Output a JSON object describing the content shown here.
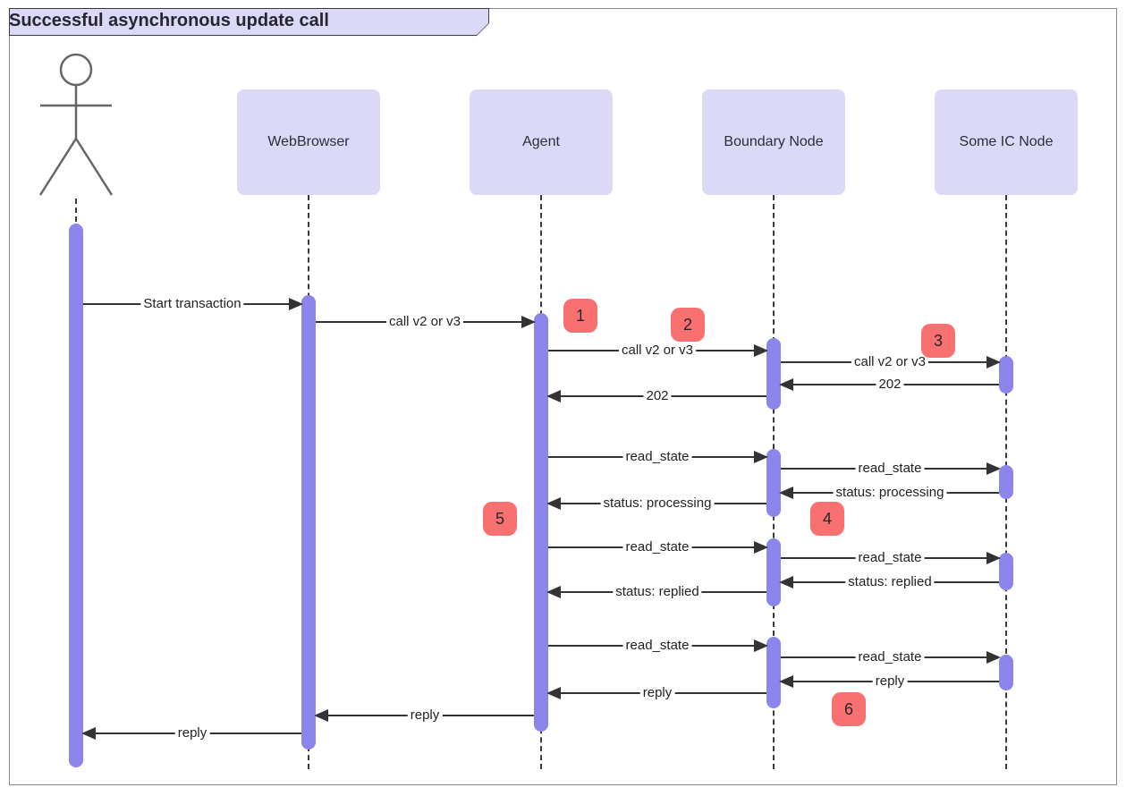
{
  "title": "Successful asynchronous update call",
  "actor": {
    "label": "User (stick figure actor)"
  },
  "participants": [
    {
      "id": "webbrowser",
      "label": "WebBrowser"
    },
    {
      "id": "agent",
      "label": "Agent"
    },
    {
      "id": "boundary-node",
      "label": "Boundary Node"
    },
    {
      "id": "some-ic-node",
      "label": "Some IC Node"
    }
  ],
  "messages": [
    {
      "label": "Start transaction",
      "from": "actor",
      "to": "WebBrowser",
      "direction": "right"
    },
    {
      "label": "call v2 or v3",
      "from": "WebBrowser",
      "to": "Agent",
      "direction": "right"
    },
    {
      "label": "call v2 or v3",
      "from": "Agent",
      "to": "Boundary Node",
      "direction": "right"
    },
    {
      "label": "call v2 or v3",
      "from": "Boundary Node",
      "to": "Some IC Node",
      "direction": "right"
    },
    {
      "label": "202",
      "from": "Some IC Node",
      "to": "Boundary Node",
      "direction": "left"
    },
    {
      "label": "202",
      "from": "Boundary Node",
      "to": "Agent",
      "direction": "left"
    },
    {
      "label": "read_state",
      "from": "Agent",
      "to": "Boundary Node",
      "direction": "right"
    },
    {
      "label": "read_state",
      "from": "Boundary Node",
      "to": "Some IC Node",
      "direction": "right"
    },
    {
      "label": "status: processing",
      "from": "Some IC Node",
      "to": "Boundary Node",
      "direction": "left"
    },
    {
      "label": "status: processing",
      "from": "Boundary Node",
      "to": "Agent",
      "direction": "left"
    },
    {
      "label": "read_state",
      "from": "Agent",
      "to": "Boundary Node",
      "direction": "right"
    },
    {
      "label": "read_state",
      "from": "Boundary Node",
      "to": "Some IC Node",
      "direction": "right"
    },
    {
      "label": "status: replied",
      "from": "Some IC Node",
      "to": "Boundary Node",
      "direction": "left"
    },
    {
      "label": "status: replied",
      "from": "Boundary Node",
      "to": "Agent",
      "direction": "left"
    },
    {
      "label": "read_state",
      "from": "Agent",
      "to": "Boundary Node",
      "direction": "right"
    },
    {
      "label": "read_state",
      "from": "Boundary Node",
      "to": "Some IC Node",
      "direction": "right"
    },
    {
      "label": "reply",
      "from": "Some IC Node",
      "to": "Boundary Node",
      "direction": "left"
    },
    {
      "label": "reply",
      "from": "Boundary Node",
      "to": "Agent",
      "direction": "left"
    },
    {
      "label": "reply",
      "from": "Agent",
      "to": "WebBrowser",
      "direction": "left"
    },
    {
      "label": "reply",
      "from": "WebBrowser",
      "to": "actor",
      "direction": "left"
    }
  ],
  "badges": [
    {
      "label": "1"
    },
    {
      "label": "2"
    },
    {
      "label": "3"
    },
    {
      "label": "4"
    },
    {
      "label": "5"
    },
    {
      "label": "6"
    }
  ],
  "colors": {
    "participant_fill": "#dcd9f8",
    "activation_fill": "#8c85ec",
    "badge_fill": "#f87070",
    "line": "#333333",
    "frame_border": "#8a8a8a",
    "actor_stroke": "#666666"
  }
}
